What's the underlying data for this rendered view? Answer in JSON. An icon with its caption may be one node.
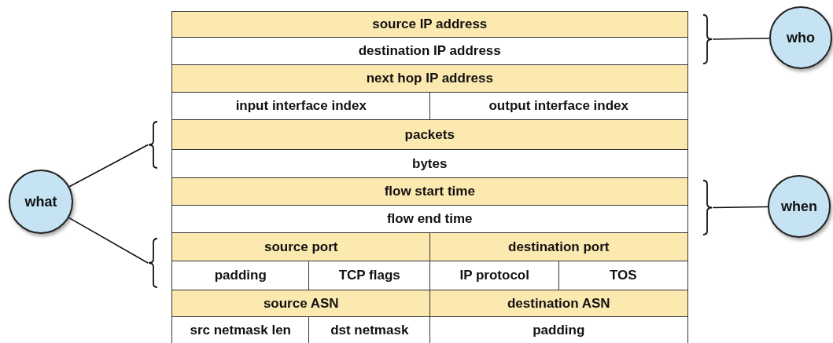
{
  "diagram": {
    "nodes": [
      {
        "text": [
          "source IP address"
        ]
      },
      {
        "text": [
          "destination IP address"
        ]
      },
      {
        "text": [
          "next hop IP address"
        ]
      },
      {
        "text": [
          "input interface index"
        ]
      },
      {
        "text": [
          "output interface index"
        ]
      },
      {
        "text": [
          "packets"
        ]
      },
      {
        "text": [
          "bytes"
        ]
      },
      {
        "text": [
          "flow start time"
        ]
      },
      {
        "text": [
          "flow end time"
        ]
      },
      {
        "text": [
          "source port"
        ]
      },
      {
        "text": [
          "destination port"
        ]
      },
      {
        "text": [
          "padding"
        ]
      },
      {
        "text": [
          "TCP flags"
        ]
      },
      {
        "text": [
          "IP protocol"
        ]
      },
      {
        "text": [
          "TOS"
        ]
      },
      {
        "text": [
          "source ASN"
        ]
      },
      {
        "text": [
          "destination ASN"
        ]
      },
      {
        "text": [
          "src netmask len"
        ]
      },
      {
        "text": [
          "dst netmask"
        ]
      },
      {
        "text": [
          "padding"
        ]
      },
      {
        "text": [
          "who"
        ]
      },
      {
        "text": [
          "what"
        ]
      },
      {
        "text": [
          "when"
        ]
      },
      {
        "text": [],
        "shape": "brace"
      },
      {
        "text": [],
        "shape": "brace"
      },
      {
        "text": [],
        "shape": "brace"
      },
      {
        "text": [],
        "shape": "brace"
      }
    ],
    "edges": [
      {
        "from": 20,
        "to": 23,
        "arrow": "none"
      },
      {
        "from": 21,
        "to": 24,
        "arrow": "none"
      },
      {
        "from": 21,
        "to": 25,
        "arrow": "none"
      },
      {
        "from": 22,
        "to": 26,
        "arrow": "none"
      }
    ]
  }
}
